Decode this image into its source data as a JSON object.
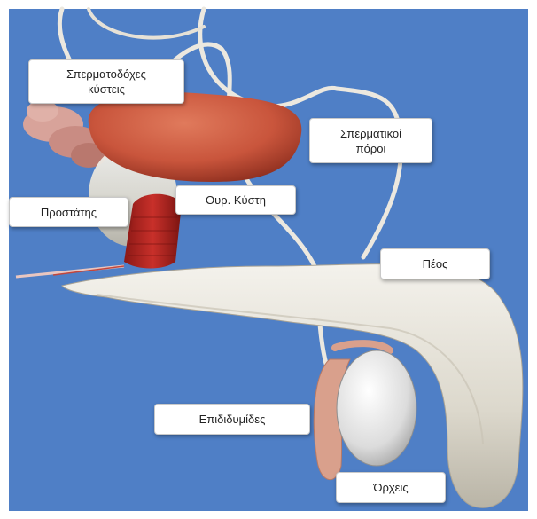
{
  "diagram": {
    "labels": {
      "seminal_vesicles": {
        "line1": "Σπερματοδόχες",
        "line2": "κύστεις"
      },
      "vas_deferens": {
        "line1": "Σπερματικοί",
        "line2": "πόροι"
      },
      "prostate": "Προστάτης",
      "bladder": "Ουρ. Κύστη",
      "penis": "Πέος",
      "epididymis": "Επιδιδυμίδες",
      "testes": "Όρχεις"
    },
    "colors": {
      "background": "#4f7fc6",
      "bladder": "#c9553c",
      "tissue": "#e4e1d8",
      "prostate_band": "#b0231f",
      "epididymis": "#d9a08c",
      "duct": "#eeeae2"
    }
  }
}
